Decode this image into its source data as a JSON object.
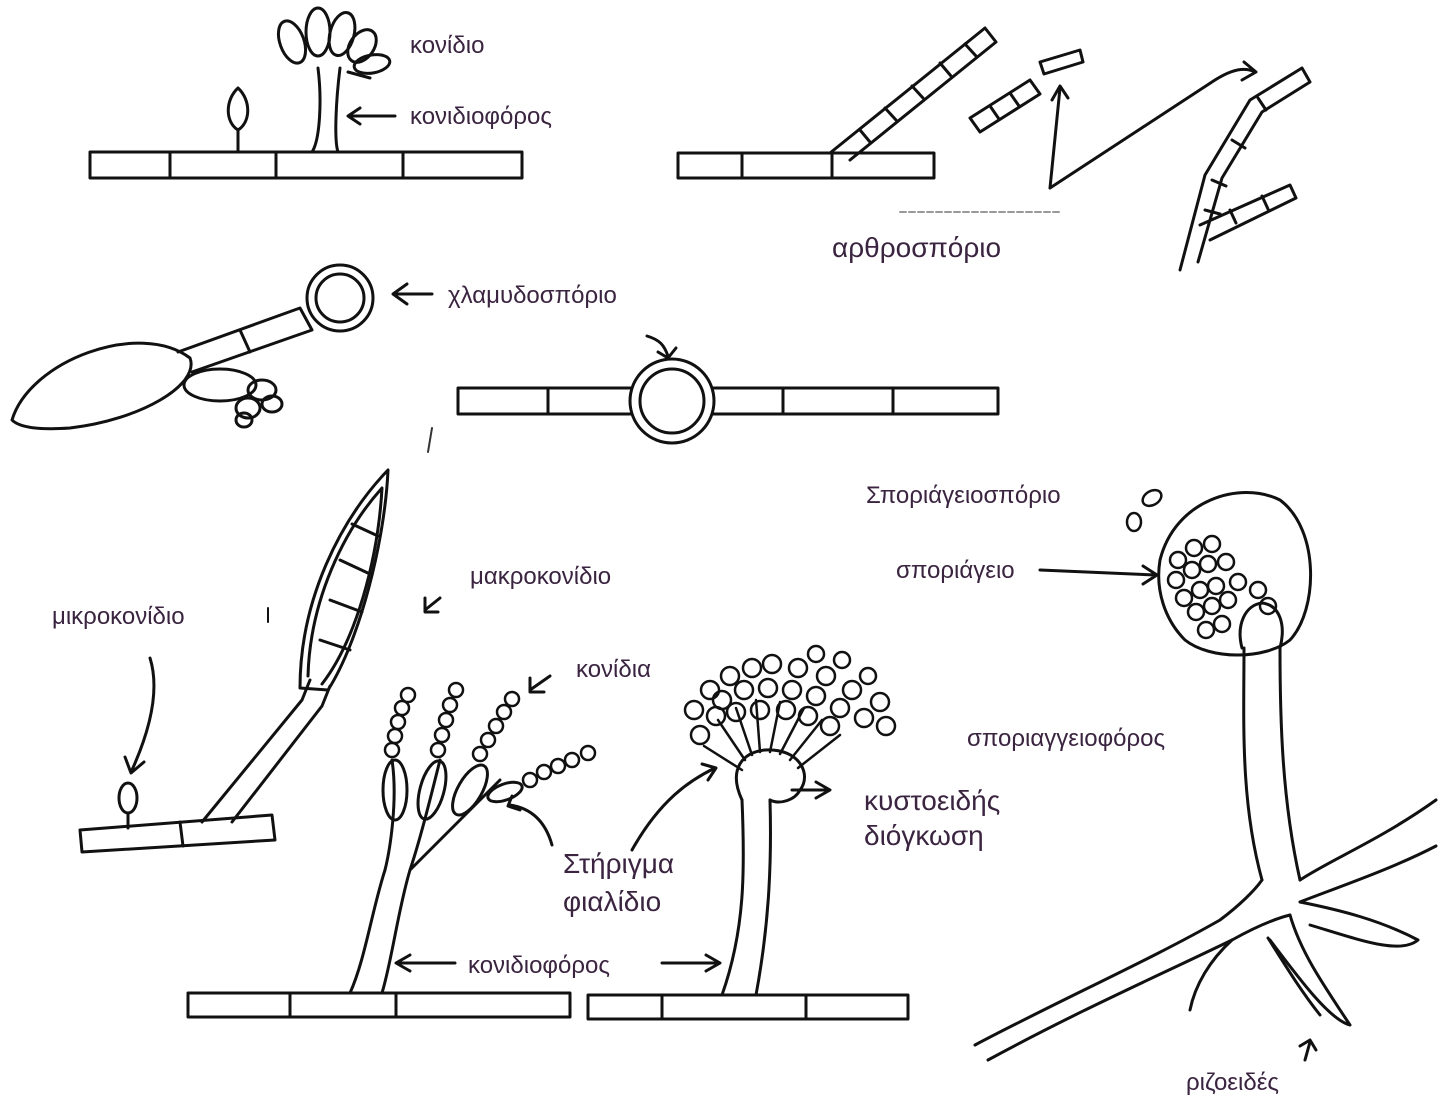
{
  "labels": {
    "conidium": "κονίδιο",
    "conidiophore_top": "κονιδιοφόρος",
    "arthrospore": "αρθροσπόριο",
    "chlamydospore": "χλαμυδοσπόριο",
    "sporangiospore": "Σποριάγειοσπόριο",
    "sporangium": "σποριάγειο",
    "macroconidium": "μακροκονίδιο",
    "microconidium": "μικροκονίδιο",
    "conidia": "κονίδια",
    "sporangiophore": "σποριαγγειοφόρος",
    "vesicle_line1": "κυστοειδής",
    "vesicle_line2": "διόγκωση",
    "sterigma": "Στήριγμα",
    "phialide": "φιαλίδιο",
    "conidiophore_bottom": "κονιδιοφόρος",
    "rhizoids": "ριζοειδές"
  },
  "colors": {
    "ink": "#111111",
    "label_text": "#3a2440"
  }
}
